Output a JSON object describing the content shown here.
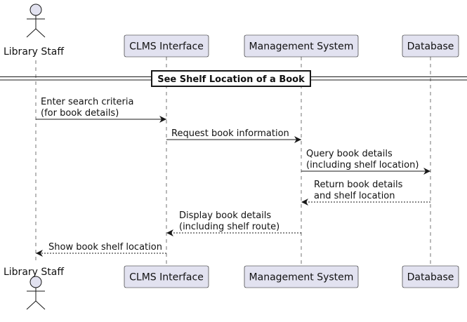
{
  "participants": [
    {
      "id": "staff",
      "label": "Library Staff",
      "kind": "actor"
    },
    {
      "id": "clms",
      "label": "CLMS Interface",
      "kind": "participant"
    },
    {
      "id": "mgmt",
      "label": "Management System",
      "kind": "participant"
    },
    {
      "id": "db",
      "label": "Database",
      "kind": "participant"
    }
  ],
  "divider": {
    "label": "See Shelf Location of a Book"
  },
  "messages": [
    {
      "from": "staff",
      "to": "clms",
      "style": "solid",
      "lines": [
        "Enter search criteria",
        "(for book details)"
      ]
    },
    {
      "from": "clms",
      "to": "mgmt",
      "style": "solid",
      "lines": [
        "Request book information"
      ]
    },
    {
      "from": "mgmt",
      "to": "db",
      "style": "solid",
      "lines": [
        "Query book details",
        "(including shelf location)"
      ]
    },
    {
      "from": "db",
      "to": "mgmt",
      "style": "dashed",
      "lines": [
        "Return book details",
        "and shelf location"
      ]
    },
    {
      "from": "mgmt",
      "to": "clms",
      "style": "dashed",
      "lines": [
        "Display book details",
        "(including shelf route)"
      ]
    },
    {
      "from": "clms",
      "to": "staff",
      "style": "dashed",
      "lines": [
        "Show book shelf location"
      ]
    }
  ],
  "colors": {
    "participant_fill": "#E2E2F0",
    "stroke": "#181818",
    "text": "#111111"
  }
}
